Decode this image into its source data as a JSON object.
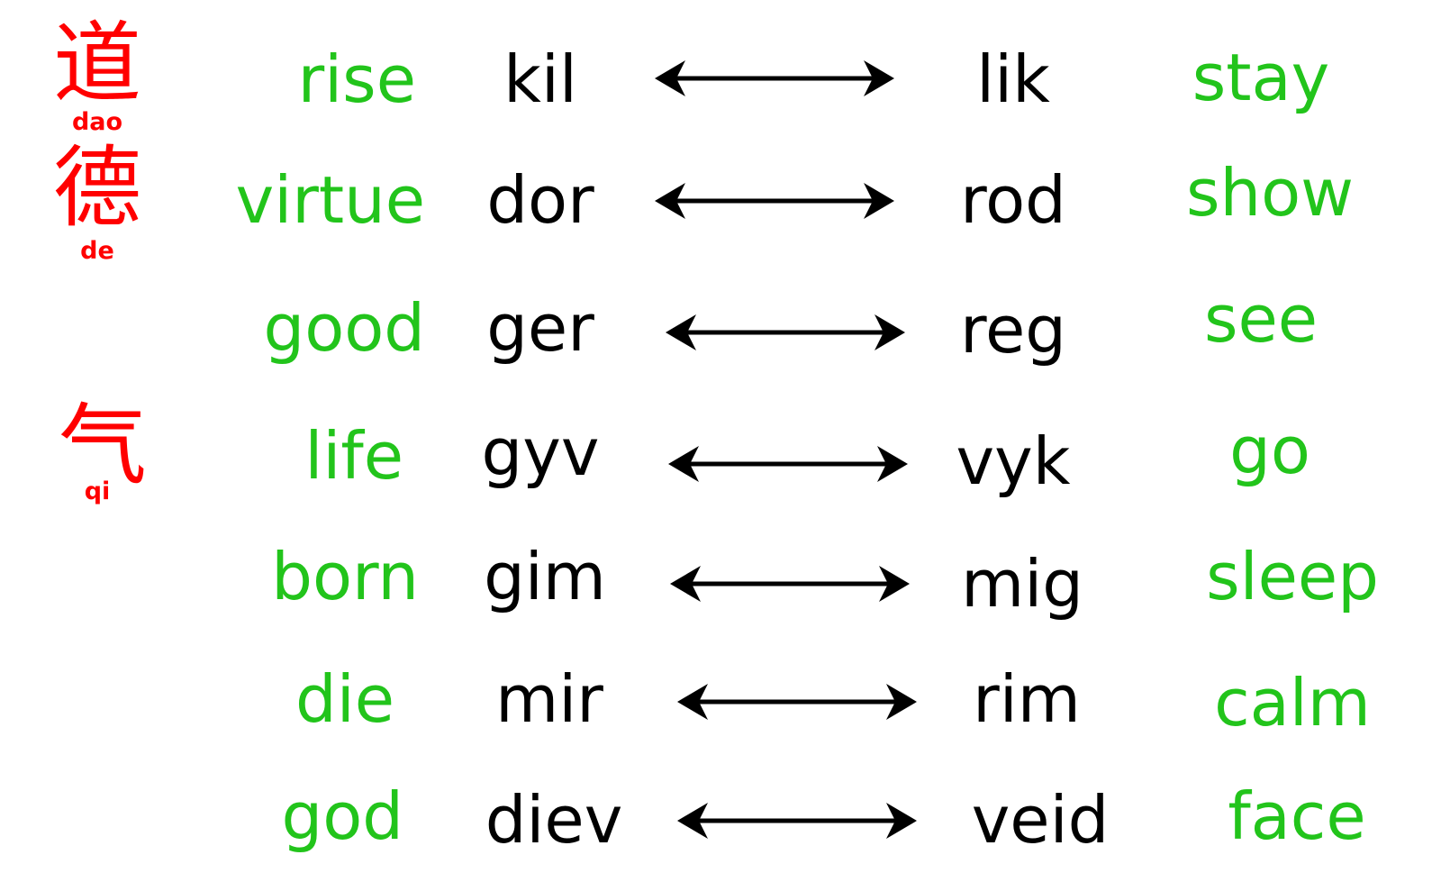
{
  "colors": {
    "meaning": "#22c41b",
    "word": "#000000",
    "chinese": "#ff0000",
    "arrow": "#000000"
  },
  "icons": {
    "pair_connector": "double-headed-arrow-icon"
  },
  "chinese": [
    {
      "char": "道",
      "pinyin": "dao"
    },
    {
      "char": "德",
      "pinyin": "de"
    },
    {
      "char": "气",
      "pinyin": "qi"
    }
  ],
  "rows": [
    {
      "left_meaning": "rise",
      "left_word": "kil",
      "right_word": "lik",
      "right_meaning": "stay"
    },
    {
      "left_meaning": "virtue",
      "left_word": "dor",
      "right_word": "rod",
      "right_meaning": "show"
    },
    {
      "left_meaning": "good",
      "left_word": "ger",
      "right_word": "reg",
      "right_meaning": "see"
    },
    {
      "left_meaning": "life",
      "left_word": "gyv",
      "right_word": "vyk",
      "right_meaning": "go"
    },
    {
      "left_meaning": "born",
      "left_word": "gim",
      "right_word": "mig",
      "right_meaning": "sleep"
    },
    {
      "left_meaning": "die",
      "left_word": "mir",
      "right_word": "rim",
      "right_meaning": "calm"
    },
    {
      "left_meaning": "god",
      "left_word": "diev",
      "right_word": "veid",
      "right_meaning": "face"
    }
  ]
}
